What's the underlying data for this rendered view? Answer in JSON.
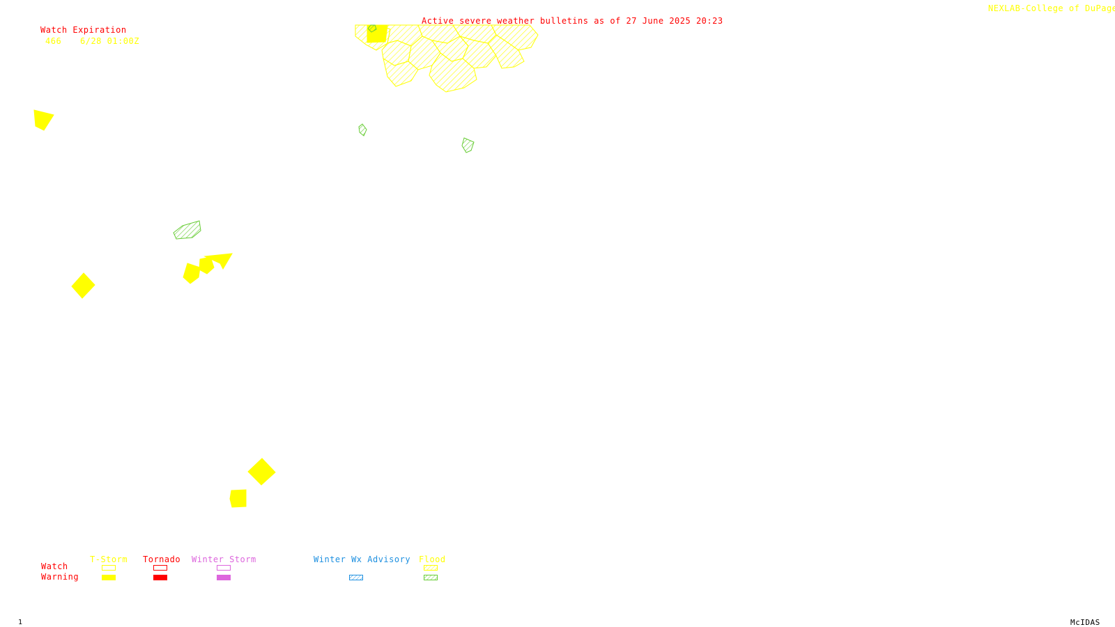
{
  "header": {
    "bulletin_title": "Active severe weather bulletins as of 27 June 2025 20:23",
    "credit": "NEXLAB-College of DuPage R"
  },
  "watch_expiration": {
    "label": "Watch Expiration",
    "entries": [
      {
        "watch": "466",
        "expires": "6/28 01:00Z"
      }
    ]
  },
  "legend": {
    "row_labels": {
      "watch": "Watch",
      "warning": "Warning"
    },
    "categories": [
      {
        "name": "T-Storm",
        "color": "#ffff00",
        "style": "solid"
      },
      {
        "name": "Tornado",
        "color": "#ff0000",
        "style": "solid"
      },
      {
        "name": "Winter Storm",
        "color": "#dd66dd",
        "style": "solid"
      },
      {
        "name": "Winter Wx Advisory",
        "color": "#1e90e0",
        "style": "hatched"
      },
      {
        "name": "Flood",
        "color": "#ffff00",
        "warning_color": "#66cc33",
        "style": "hatched"
      }
    ]
  },
  "footer": {
    "frame_number": "1",
    "software": "McIDAS"
  },
  "colors": {
    "tstorm": "#ffff00",
    "tornado": "#ff0000",
    "winter_storm": "#dd66dd",
    "winter_advisory": "#1e90e0",
    "flood_watch": "#ffff00",
    "flood_warning": "#66cc33"
  }
}
